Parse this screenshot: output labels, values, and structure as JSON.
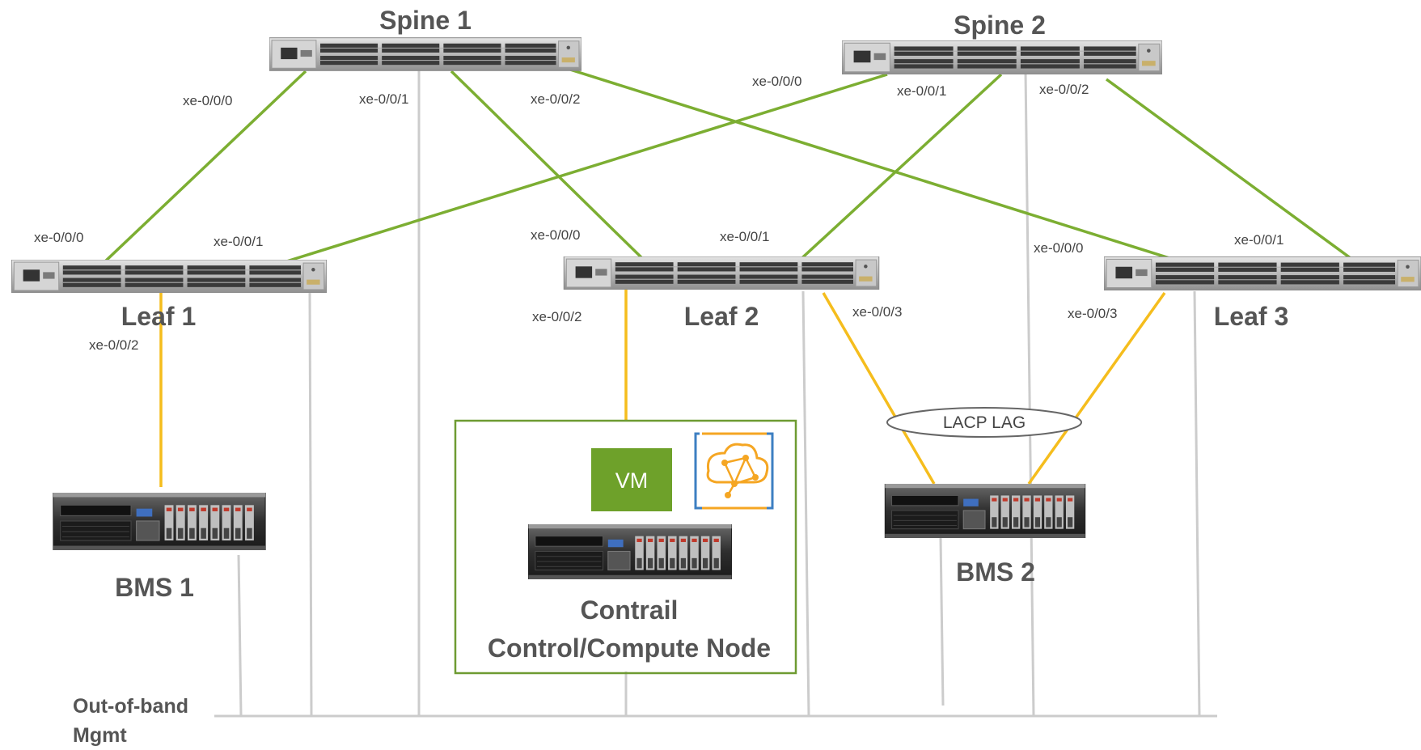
{
  "colors": {
    "fabric_link": "#7cae32",
    "access_link": "#f5bd1d",
    "mgmt_link": "#cccccc",
    "vm_fill": "#6ea12a",
    "node_box_border": "#6e9b32",
    "cloud_icon": "#f5a623"
  },
  "spines": [
    {
      "label": "Spine 1"
    },
    {
      "label": "Spine 2"
    }
  ],
  "leaves": [
    {
      "label": "Leaf 1"
    },
    {
      "label": "Leaf 2"
    },
    {
      "label": "Leaf 3"
    }
  ],
  "servers": {
    "bms1": {
      "label": "BMS 1"
    },
    "bms2": {
      "label": "BMS 2"
    },
    "compute": {
      "label_line1": "Contrail",
      "label_line2": "Control/Compute Node"
    }
  },
  "vm_label": "VM",
  "lag_label": "LACP LAG",
  "mgmt_label_line1": "Out-of-band",
  "mgmt_label_line2": "Mgmt",
  "port_labels": {
    "spine1_p0": "xe-0/0/0",
    "spine1_p1": "xe-0/0/1",
    "spine1_p2": "xe-0/0/2",
    "spine2_p0": "xe-0/0/0",
    "spine2_p1": "xe-0/0/1",
    "spine2_p2": "xe-0/0/2",
    "leaf1_p0": "xe-0/0/0",
    "leaf1_p1": "xe-0/0/1",
    "leaf1_p2": "xe-0/0/2",
    "leaf2_p0": "xe-0/0/0",
    "leaf2_p1": "xe-0/0/1",
    "leaf2_p2": "xe-0/0/2",
    "leaf2_p3": "xe-0/0/3",
    "leaf3_p0": "xe-0/0/0",
    "leaf3_p1": "xe-0/0/1",
    "leaf3_p3": "xe-0/0/3"
  }
}
